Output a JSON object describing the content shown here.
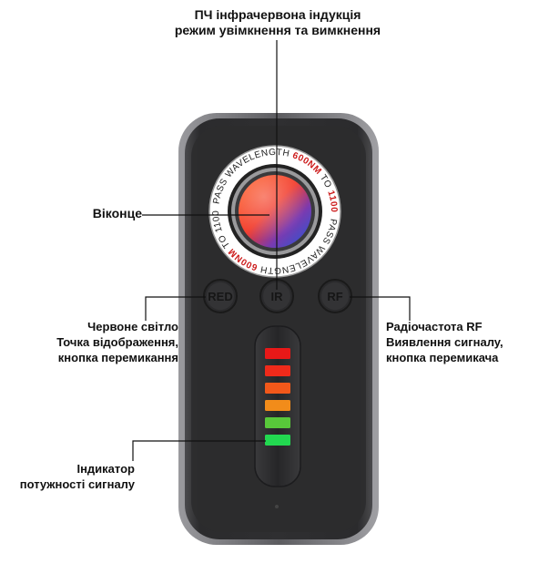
{
  "callouts": {
    "top": [
      "ПЧ інфрачервона індукція",
      "режим увімкнення та вимкнення"
    ],
    "window": "Віконце",
    "red_light": [
      "Червоне світло",
      "Точка відображення,",
      "кнопка перемикання"
    ],
    "rf": [
      "Радіочастота RF",
      "Виявлення сигналу,",
      "кнопка перемикача"
    ],
    "strength": [
      "Індикатор",
      "потужності сигналу"
    ]
  },
  "lens_ring": {
    "top_prefix": "PASS WAVELENGTH ",
    "top_red": "600NM",
    "top_mid": " TO ",
    "top_end": "1100NM",
    "bottom_prefix": "PASS WAVELENGTH ",
    "bottom_red": "600NM",
    "bottom_mid": " TO ",
    "bottom_end": "1100NM"
  },
  "buttons": {
    "left": "RED",
    "center": "IR",
    "right": "RF"
  },
  "signal_bars": {
    "count": 6,
    "level_fraction": 1.0,
    "colors": [
      "#e81818",
      "#f02a1a",
      "#f2581a",
      "#f28c1a",
      "#58c83a",
      "#22d850"
    ]
  },
  "colors": {
    "device_body": "#2a2a2c",
    "device_bezel": "#7a7a7e",
    "leader_line": "#111111"
  }
}
